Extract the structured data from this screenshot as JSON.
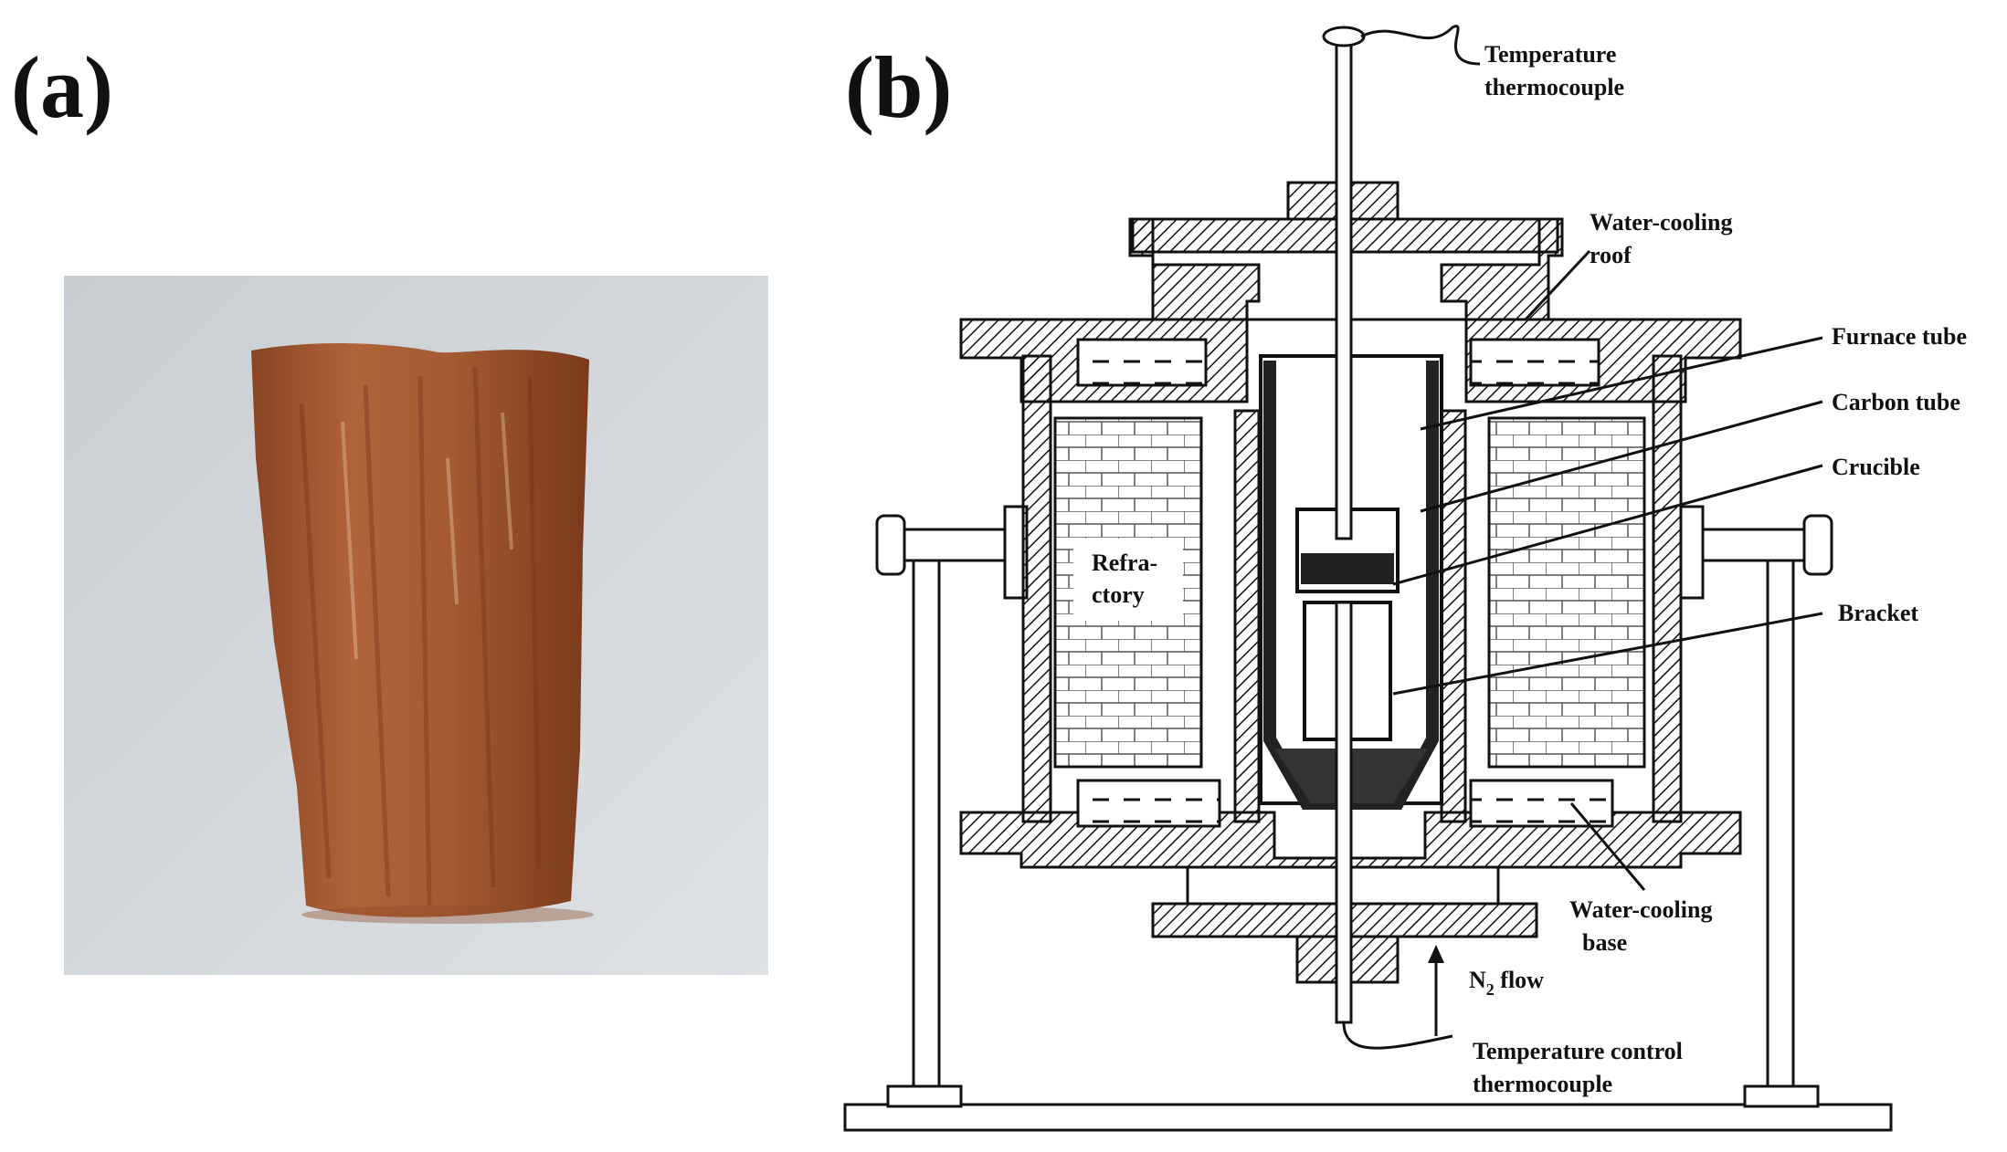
{
  "panels": {
    "a": {
      "label": "(a)"
    },
    "b": {
      "label": "(b)"
    }
  },
  "callouts": {
    "temperature_thermocouple": [
      "Temperature",
      "thermocouple"
    ],
    "water_cooling_roof": [
      "Water-cooling",
      "roof"
    ],
    "furnace_tube": "Furnace tube",
    "carbon_tube": "Carbon tube",
    "crucible": "Crucible",
    "bracket": "Bracket",
    "refractory": [
      "Refra-",
      "ctory"
    ],
    "water_cooling_base": [
      "Water-cooling",
      "base"
    ],
    "n2_flow": {
      "main": "N",
      "sub": "2",
      "rest": " flow"
    },
    "temperature_control_thermocouple": [
      "Temperature control",
      "thermocouple"
    ]
  },
  "colors": {
    "sample": "#a0522d",
    "sample_dark": "#7a3b1e",
    "photo_bg": "#cfd4d8",
    "line": "#111111"
  }
}
